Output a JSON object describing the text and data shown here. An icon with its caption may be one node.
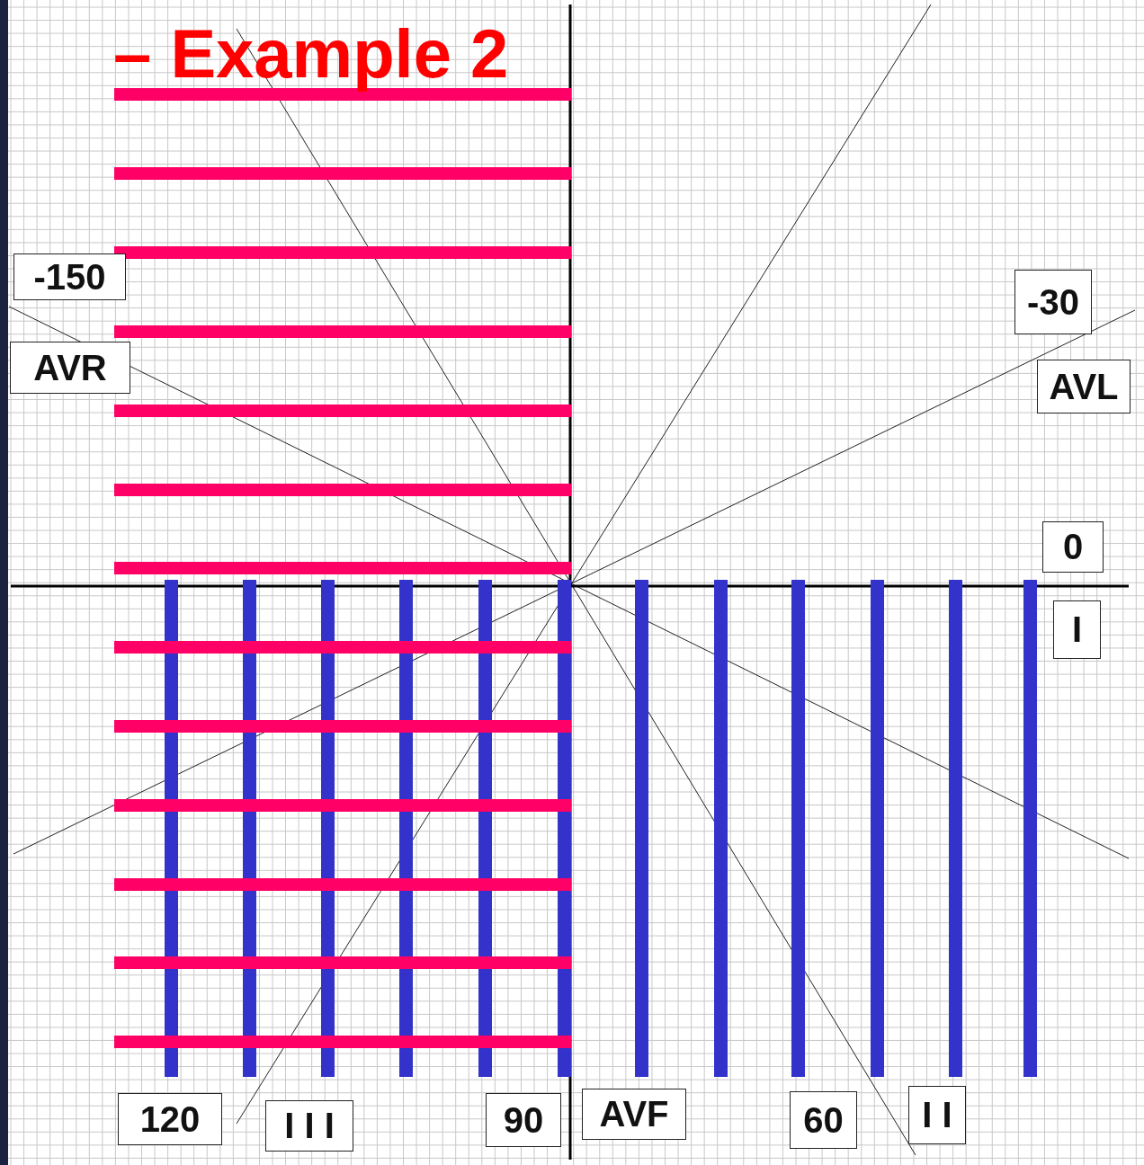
{
  "diagram": {
    "title": "– Example 2",
    "labels": [
      "-150",
      "AVR",
      "-30",
      "AVL",
      "0",
      "I",
      "120",
      "I I I",
      "90",
      "AVF",
      "60",
      "I I"
    ]
  }
}
